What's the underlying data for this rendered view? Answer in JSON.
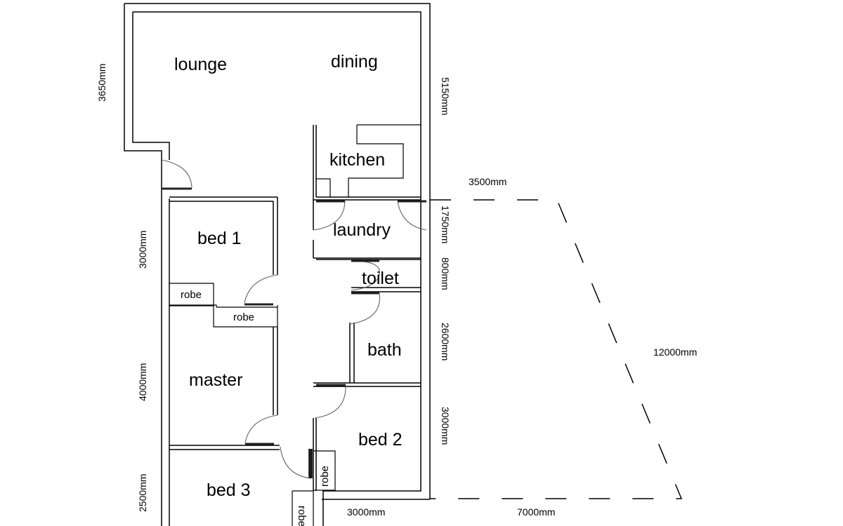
{
  "rooms": {
    "lounge": "lounge",
    "dining": "dining",
    "kitchen": "kitchen",
    "bed1": "bed 1",
    "laundry": "laundry",
    "toilet": "toilet",
    "bath": "bath",
    "master": "master",
    "bed2": "bed 2",
    "bed3": "bed 3"
  },
  "robes": {
    "robe1": "robe",
    "robe2": "robe",
    "robe3": "robe",
    "robe4": "robe"
  },
  "dimensions": {
    "lounge_depth": "3650mm",
    "dining_depth": "5150mm",
    "deck_width": "3500mm",
    "laundry_depth": "1750mm",
    "toilet_depth": "800mm",
    "bath_depth": "2600mm",
    "bed2_depth": "3000mm",
    "bed1_depth": "3000mm",
    "master_depth": "4000mm",
    "bed3_depth": "2500mm",
    "diagonal": "12000mm",
    "bottom_left_width": "3000mm",
    "bottom_right_width": "7000mm"
  }
}
